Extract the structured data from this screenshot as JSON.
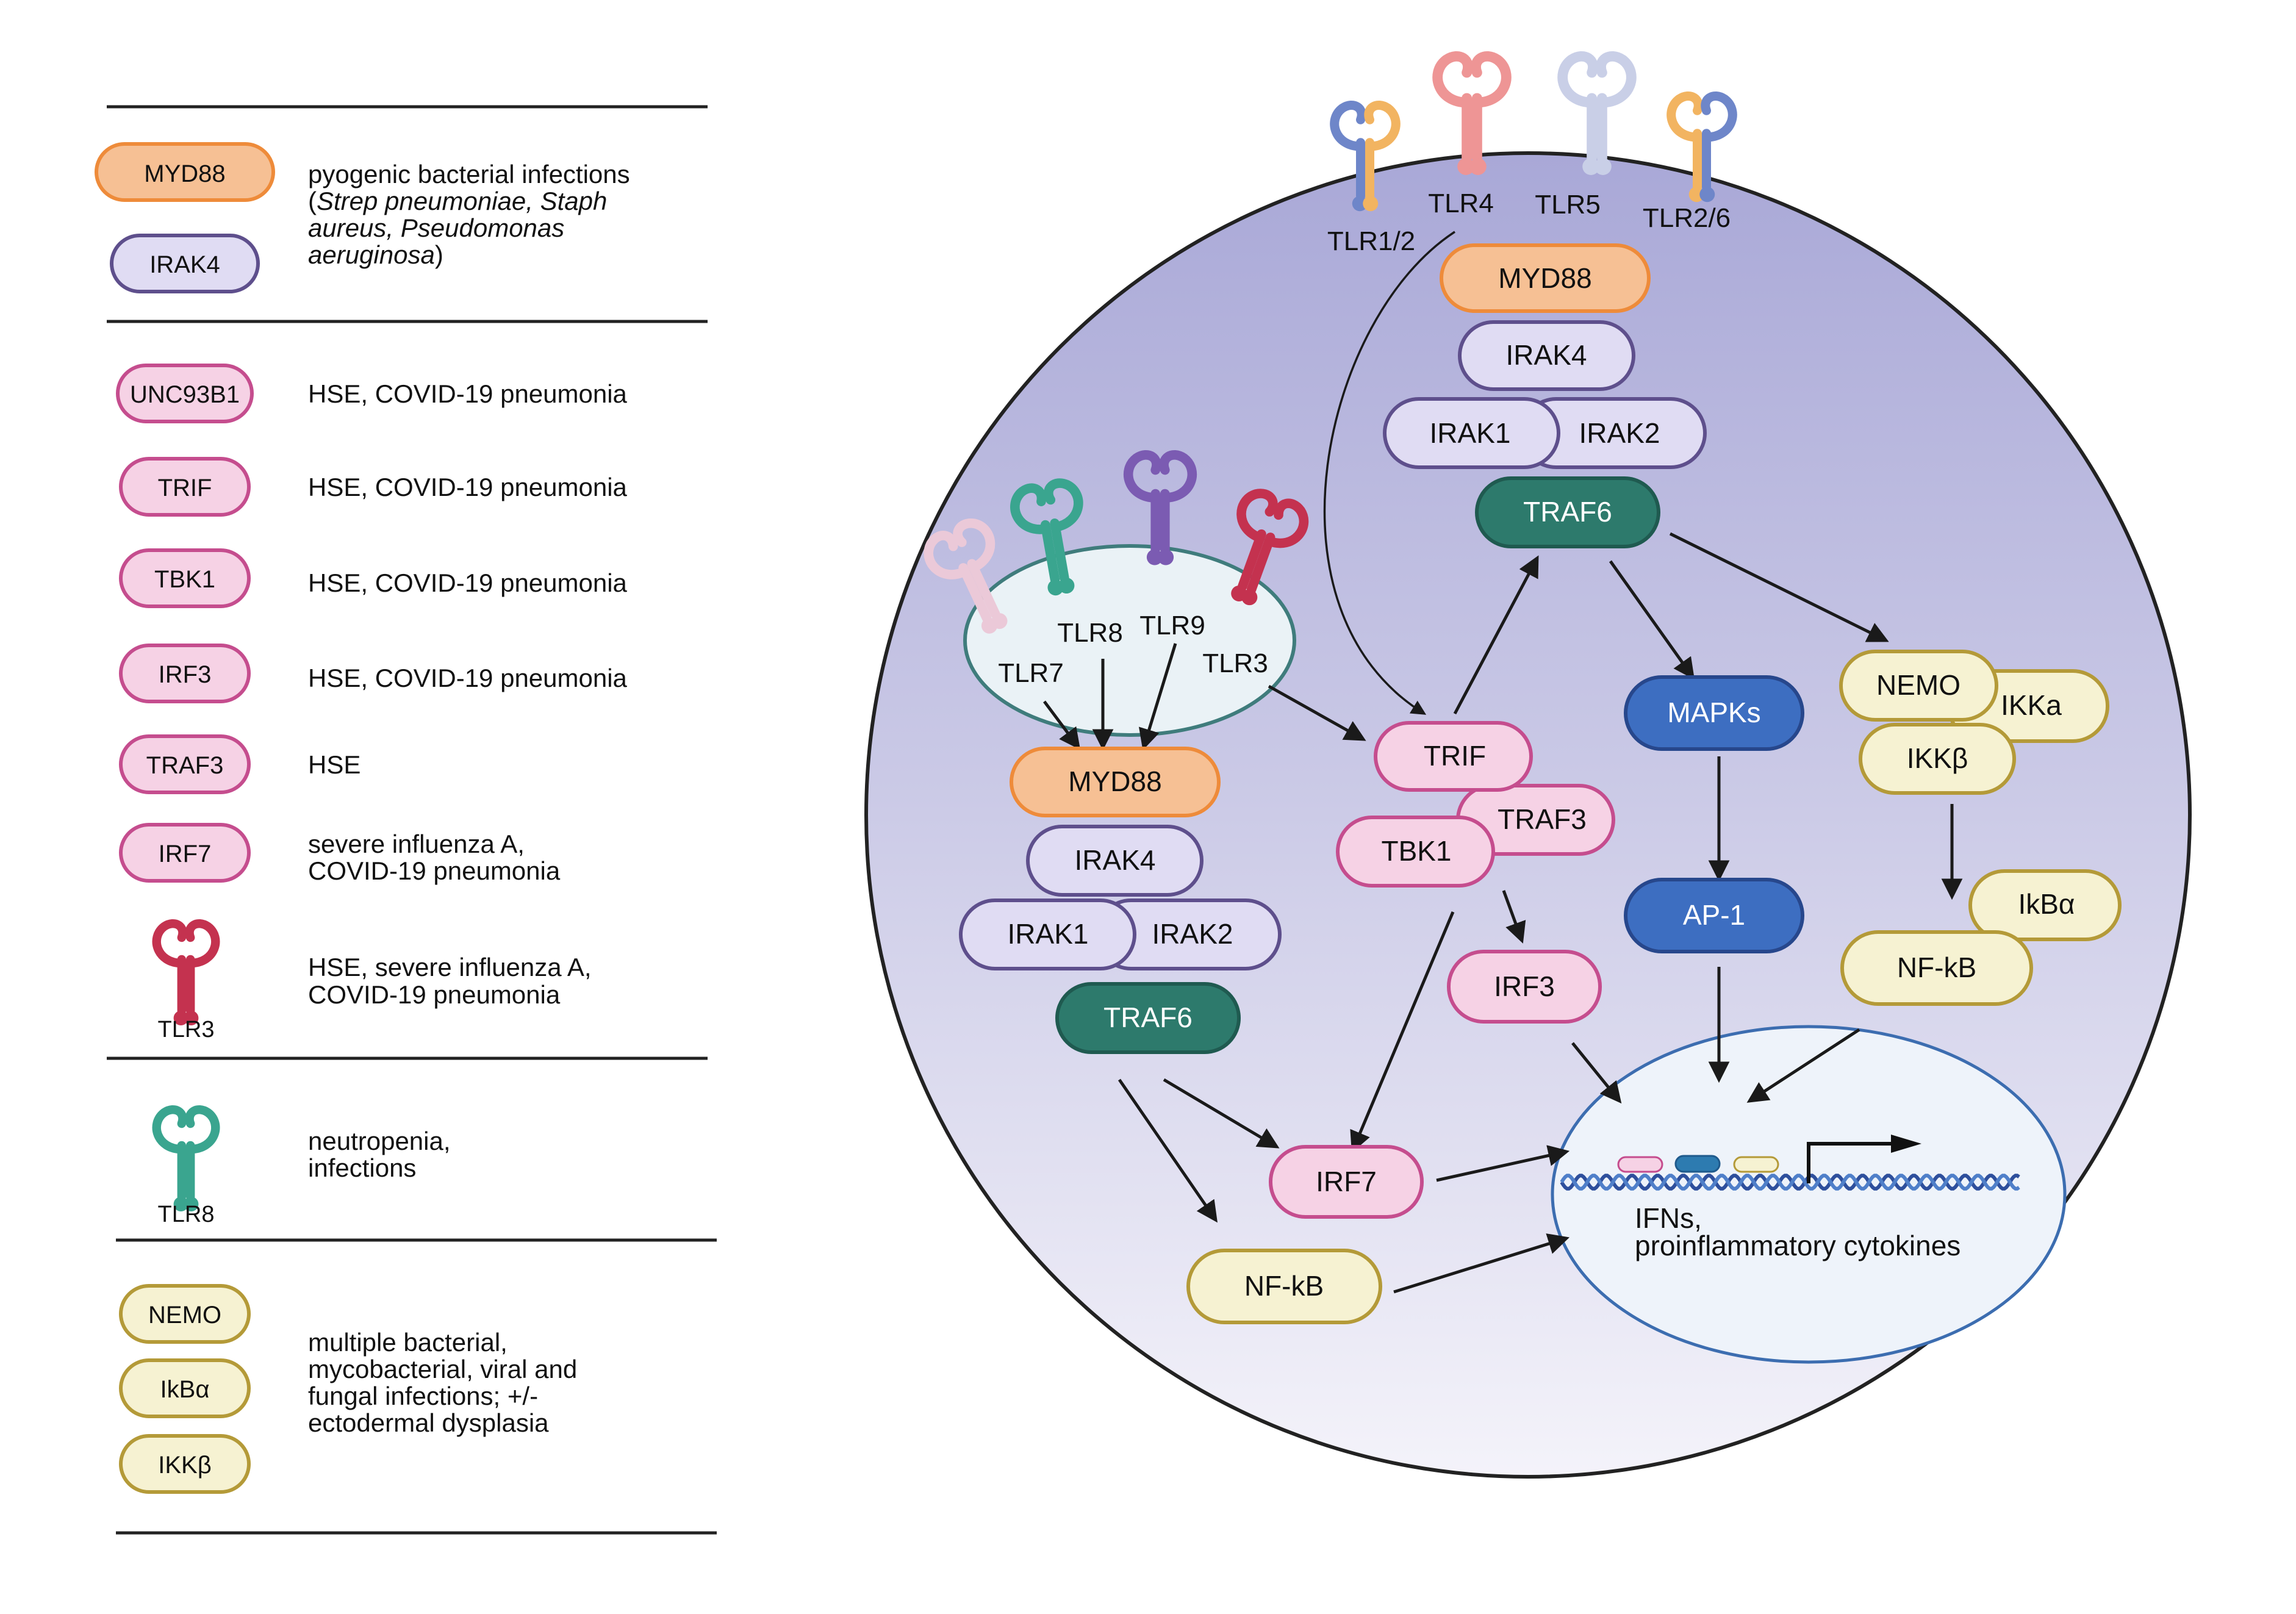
{
  "legend": {
    "groups": [
      {
        "pills": [
          {
            "label": "MYD88",
            "palette": "orange"
          },
          {
            "label": "IRAK4",
            "palette": "lavender"
          }
        ],
        "text_lines": [
          [
            {
              "t": "pyogenic bacterial infections"
            }
          ],
          [
            {
              "t": "("
            },
            {
              "t": "Strep pneumoniae, Staph",
              "i": true
            }
          ],
          [
            {
              "t": "aureus, Pseudomonas",
              "i": true
            }
          ],
          [
            {
              "t": "aeruginosa",
              "i": true
            },
            {
              "t": ")"
            }
          ]
        ]
      },
      {
        "rows": [
          {
            "label": "UNC93B1",
            "palette": "pink",
            "text": [
              "HSE,  COVID-19 pneumonia"
            ]
          },
          {
            "label": "TRIF",
            "palette": "pink",
            "text": [
              "HSE,  COVID-19 pneumonia"
            ]
          },
          {
            "label": "TBK1",
            "palette": "pink",
            "text": [
              "HSE,  COVID-19 pneumonia"
            ]
          },
          {
            "label": "IRF3",
            "palette": "pink",
            "text": [
              "HSE,  COVID-19 pneumonia"
            ]
          },
          {
            "label": "TRAF3",
            "palette": "pink",
            "text": [
              "HSE"
            ]
          },
          {
            "label": "IRF7",
            "palette": "pink",
            "text": [
              "severe influenza A,",
              "COVID-19 pneumonia"
            ]
          },
          {
            "receptor": "TLR3",
            "receptor_color": "crimson",
            "text": [
              "HSE, severe influenza A,",
              "COVID-19 pneumonia"
            ]
          }
        ]
      },
      {
        "rows": [
          {
            "receptor": "TLR8",
            "receptor_color": "teal",
            "text": [
              "neutropenia,",
              "infections"
            ]
          }
        ]
      },
      {
        "pills": [
          {
            "label": "NEMO",
            "palette": "cream"
          },
          {
            "label": "IkBα",
            "palette": "cream"
          },
          {
            "label": "IKKβ",
            "palette": "cream"
          }
        ],
        "text_lines": [
          [
            {
              "t": "multiple bacterial,"
            }
          ],
          [
            {
              "t": "mycobacterial, viral and"
            }
          ],
          [
            {
              "t": "fungal infections; +/-"
            }
          ],
          [
            {
              "t": "ectodermal dysplasia"
            }
          ]
        ]
      }
    ]
  },
  "cell": {
    "surface_receptors": [
      {
        "label": "TLR1/2",
        "color": "blue-orange"
      },
      {
        "label": "TLR4",
        "color": "salmon"
      },
      {
        "label": "TLR5",
        "color": "pale-blue"
      },
      {
        "label": "TLR2/6",
        "color": "orange-blue"
      }
    ],
    "endosome_receptors": [
      {
        "label": "TLR7",
        "color": "pale-pink"
      },
      {
        "label": "TLR8",
        "color": "teal"
      },
      {
        "label": "TLR9",
        "color": "purple"
      },
      {
        "label": "TLR3",
        "color": "crimson"
      }
    ],
    "surface_pathway": {
      "myd88": "MYD88",
      "irak4": "IRAK4",
      "irak1": "IRAK1",
      "irak2": "IRAK2",
      "traf6": "TRAF6"
    },
    "endosome_pathway": {
      "myd88": "MYD88",
      "irak4": "IRAK4",
      "irak1": "IRAK1",
      "irak2": "IRAK2",
      "traf6": "TRAF6"
    },
    "trif_branch": {
      "trif": "TRIF",
      "traf3": "TRAF3",
      "tbk1": "TBK1",
      "irf3": "IRF3",
      "irf7": "IRF7"
    },
    "mapk_branch": {
      "mapks": "MAPKs",
      "ap1": "AP-1"
    },
    "nfkb_branch": {
      "nemo": "NEMO",
      "ikka": "IKKa",
      "ikkb": "IKKβ",
      "ikba": "IkBα",
      "nfkb": "NF-kB"
    },
    "nfkb_lower": "NF-kB",
    "nucleus": {
      "output_lines": [
        "IFNs,",
        "proinflammatory cytokines"
      ]
    }
  },
  "colors": {
    "orange_fill": "#F6C094",
    "orange_stroke": "#EE8B3A",
    "lavender_fill": "#E0DCF3",
    "lavender_stroke": "#5E4F8C",
    "pink_fill": "#F6D2E5",
    "pink_stroke": "#C54D8E",
    "cream_fill": "#F6F2D2",
    "cream_stroke": "#B49A38",
    "teal_fill": "#2D7A6C",
    "teal_stroke": "#1F5A50",
    "blue_fill": "#3D6EC1",
    "blue_stroke": "#27478C",
    "cell_top": "#A8A8D6",
    "cell_bottom": "#F2F1F9",
    "endosome_fill": "#EAF2F6",
    "endosome_stroke": "#3F7C7C",
    "nucleus_fill": "#EEF3FA",
    "nucleus_stroke": "#3C6DB0"
  }
}
